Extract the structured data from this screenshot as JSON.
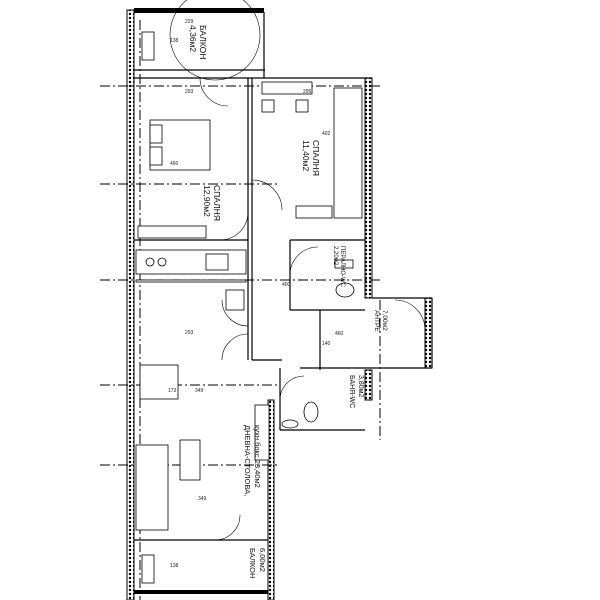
{
  "rooms": [
    {
      "name": "БАЛКОН",
      "area": "4,36м2"
    },
    {
      "name": "СПАЛНЯ",
      "area": "11,40м2"
    },
    {
      "name": "СПАЛНЯ",
      "area": "12,90м2"
    },
    {
      "name": "ПЕРАЛНО-WC",
      "area": "2,20м2"
    },
    {
      "name": "АНТРЕ",
      "area": "7,00м2"
    },
    {
      "name": "БАНЯ-WC",
      "area": "3,80м2"
    },
    {
      "name": "ДНЕВНА-СТОЛОВА,",
      "area": "кухн.бокс 23,40м2"
    },
    {
      "name": "БАЛКОН",
      "area": "6,00м2"
    }
  ],
  "dimensions": [
    "229",
    "293",
    "295",
    "460",
    "402",
    "293",
    "400",
    "460",
    "140",
    "173",
    "349",
    "349",
    "138",
    "138"
  ],
  "colors": {
    "walls": "#000000",
    "background": "#ffffff"
  }
}
